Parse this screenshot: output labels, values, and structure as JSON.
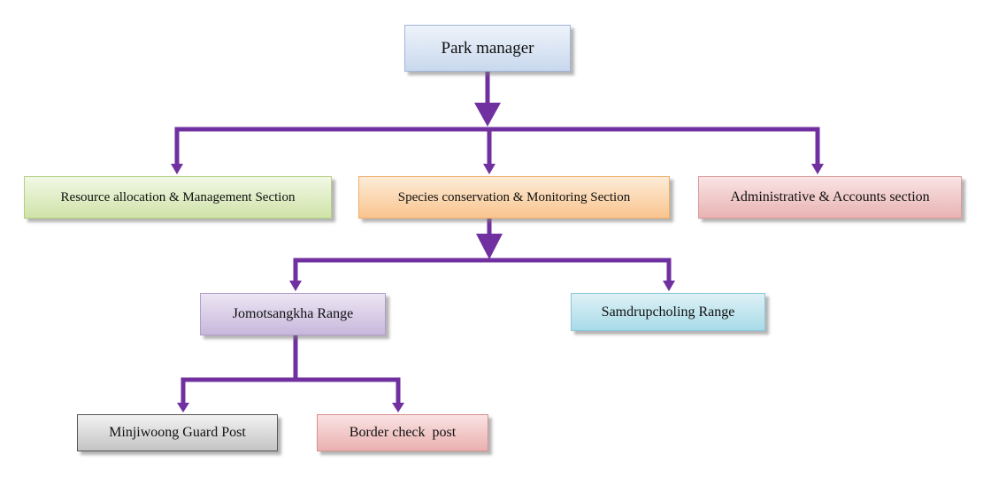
{
  "org_chart": {
    "line_color": "#7030a0",
    "nodes": {
      "park_manager": "Park manager",
      "resource_section": "Resource allocation & Management Section",
      "species_section": "Species conservation & Monitoring Section",
      "admin_section": "Administrative & Accounts section",
      "jomotsangkha_range": "Jomotsangkha Range",
      "samdrupcholing_range": "Samdrupcholing Range",
      "minjiwoong_post": "Minjiwoong Guard Post",
      "border_post": "Border check  post"
    },
    "edges": [
      [
        "park_manager",
        "resource_section"
      ],
      [
        "park_manager",
        "species_section"
      ],
      [
        "park_manager",
        "admin_section"
      ],
      [
        "species_section",
        "jomotsangkha_range"
      ],
      [
        "species_section",
        "samdrupcholing_range"
      ],
      [
        "jomotsangkha_range",
        "minjiwoong_post"
      ],
      [
        "jomotsangkha_range",
        "border_post"
      ]
    ]
  }
}
